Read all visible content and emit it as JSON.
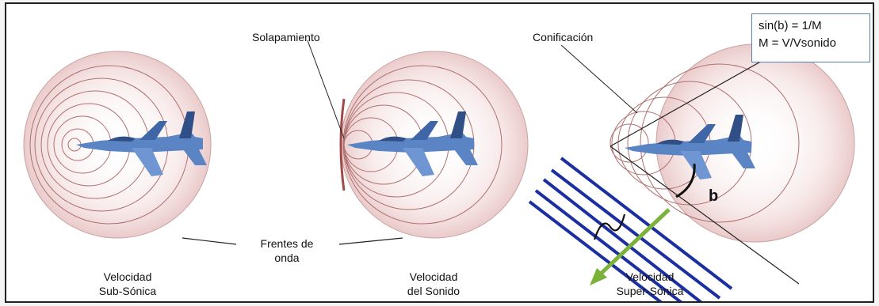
{
  "labels": {
    "overlap": "Solapamiento",
    "conification": "Conificación",
    "wavefronts_line1": "Frentes de",
    "wavefronts_line2": "onda",
    "subsonic_line1": "Velocidad",
    "subsonic_line2": "Sub-Sónica",
    "sonic_line1": "Velocidad",
    "sonic_line2": "del Sonido",
    "supersonic_line1": "Velocidad",
    "supersonic_line2": "Super-Sónica"
  },
  "formula": {
    "line1": "sin(b) = 1/M",
    "line2": "M = V/Vsonido"
  },
  "angle_label": "b",
  "colors": {
    "wavefront": "#b07070",
    "wavefront_fill": "#f3dcdc",
    "aircraft": "#5b84c4",
    "aircraft_dark": "#2f4f86",
    "shock_lines": "#1b2fa0",
    "arrow": "#7ab23a",
    "formula_border": "#5a7fae"
  }
}
